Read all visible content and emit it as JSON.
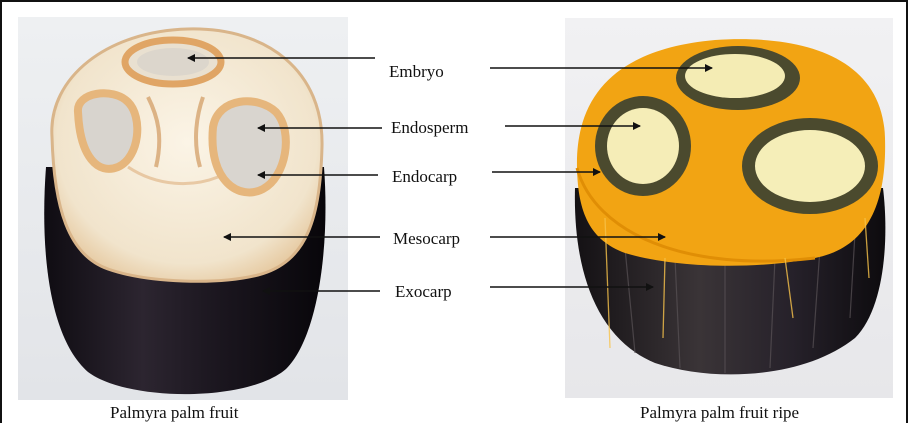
{
  "labels": {
    "embryo": "Embryo",
    "endosperm": "Endosperm",
    "endocarp": "Endocarp",
    "mesocarp": "Mesocarp",
    "exocarp": "Exocarp"
  },
  "captions": {
    "left": "Palmyra palm fruit",
    "right": "Palmyra palm fruit ripe"
  },
  "colors": {
    "unripe_flesh": "#f3e7d2",
    "unripe_rind": "#1f1a22",
    "ripe_fibre": "#f2a413",
    "ripe_rind": "#2a2528",
    "seed_kernel": "#f4ecb4",
    "seed_shell": "#4b4a2e"
  }
}
